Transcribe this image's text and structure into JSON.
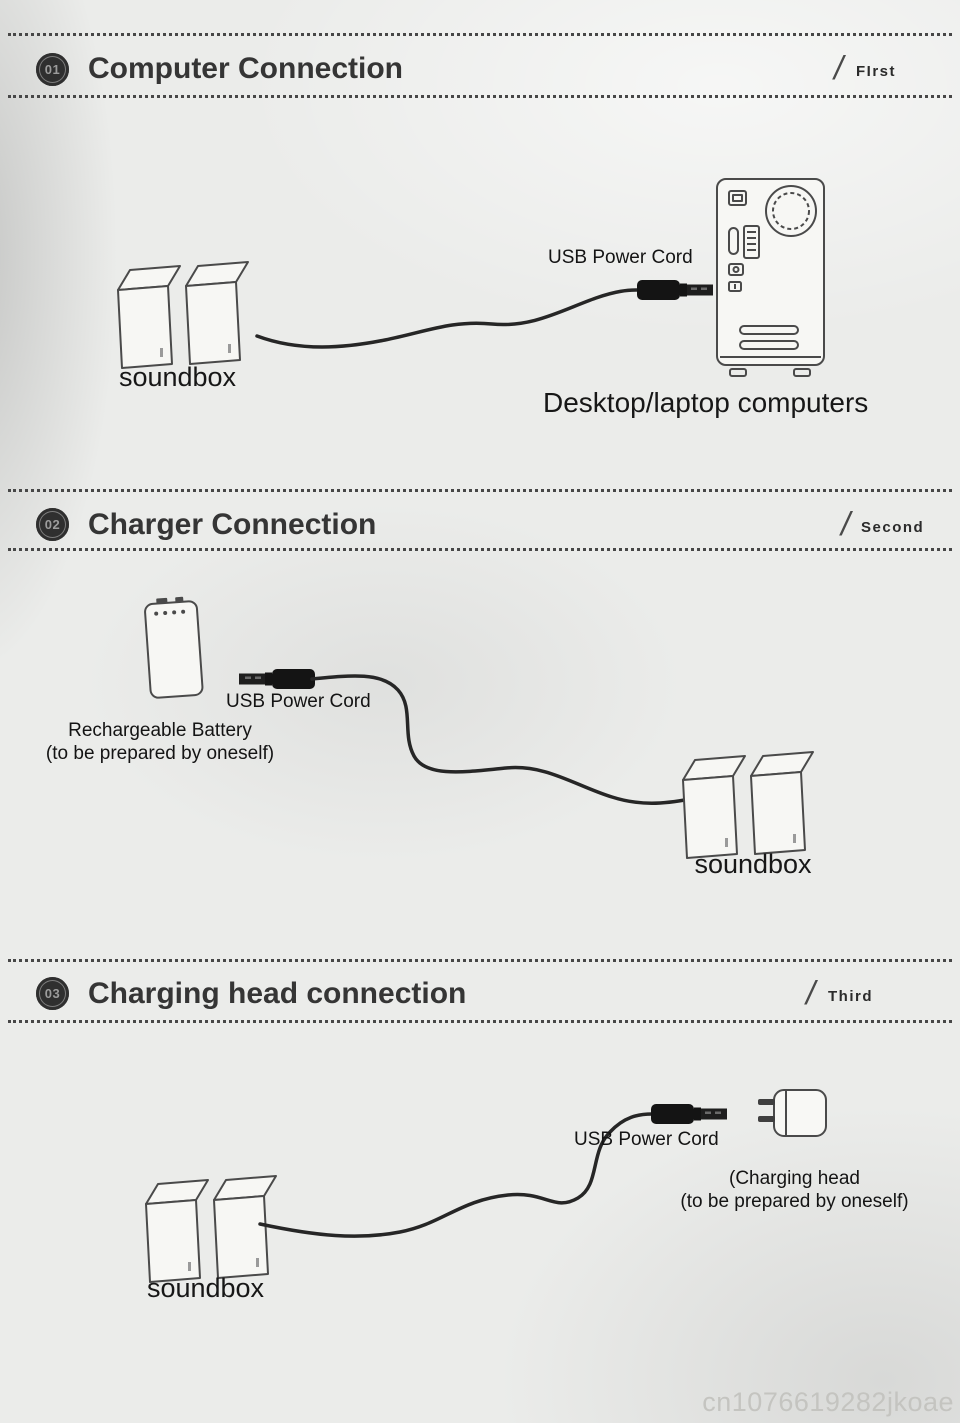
{
  "page": {
    "watermark": "cn1076619282jkoae"
  },
  "sections": [
    {
      "badge": "01",
      "title": "Computer Connection",
      "order_slash": "/",
      "order_label": "FIrst",
      "cord_label": "USB Power Cord",
      "soundbox_label": "soundbox",
      "device_label": "Desktop/laptop computers"
    },
    {
      "badge": "02",
      "title": "Charger Connection",
      "order_slash": "/",
      "order_label": "Second",
      "cord_label": "USB Power Cord",
      "battery_label_line1": "Rechargeable Battery",
      "battery_label_line2": "(to be prepared by oneself)",
      "soundbox_label": "soundbox"
    },
    {
      "badge": "03",
      "title": "Charging head connection",
      "order_slash": "/",
      "order_label": "Third",
      "cord_label": "USB Power Cord",
      "charging_head_line1": "(Charging head",
      "charging_head_line2": "(to be prepared by oneself)",
      "soundbox_label": "soundbox"
    }
  ]
}
